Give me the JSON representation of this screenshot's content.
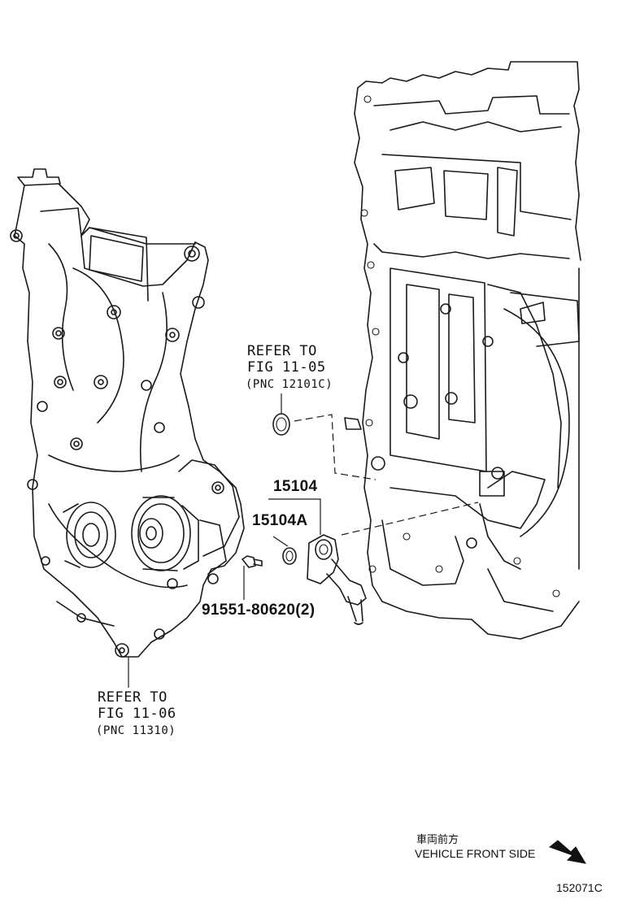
{
  "callouts": {
    "refer_top": {
      "line1": "REFER TO",
      "line2": "FIG 11-05",
      "pnc": "(PNC 12101C)"
    },
    "refer_bottom": {
      "line1": "REFER TO",
      "line2": "FIG 11-06",
      "pnc": "(PNC 11310)"
    },
    "part_sensor": "15104",
    "part_oring": "15104A",
    "part_bolt": "91551-80620(2)"
  },
  "orientation": {
    "jp_label": "車両前方",
    "en_label": "VEHICLE FRONT SIDE",
    "arrow_icon": "arrow-down-right-icon"
  },
  "figure_code": "152071C"
}
